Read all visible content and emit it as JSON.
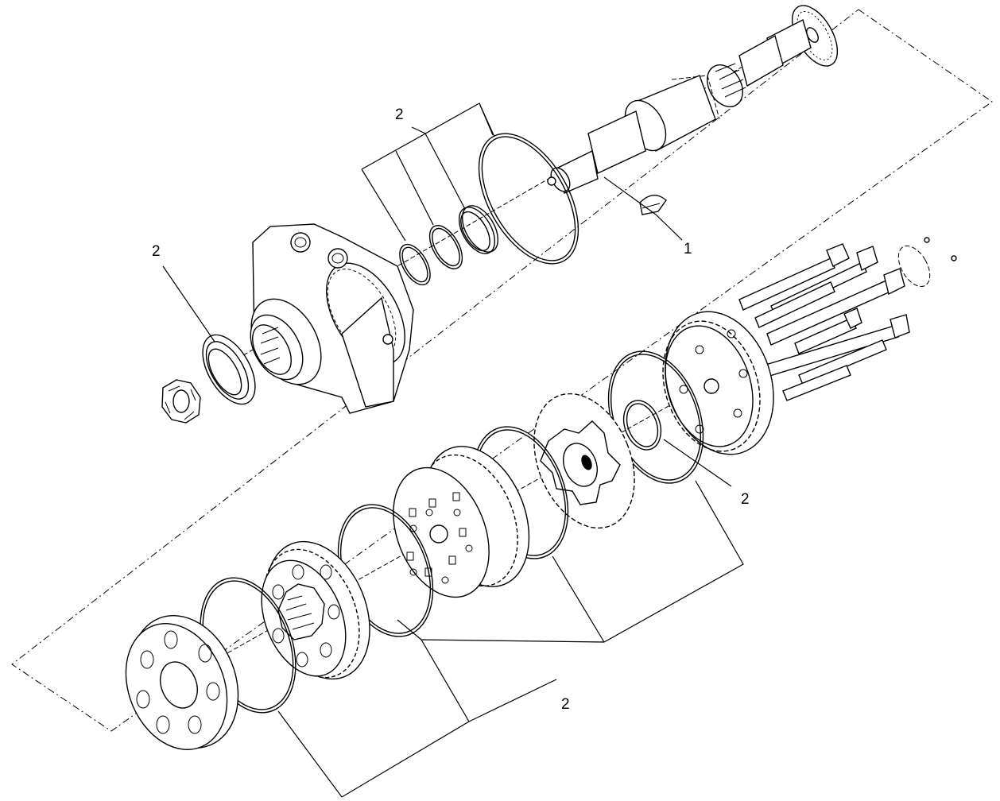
{
  "callouts": {
    "ref_1": "1",
    "ref_2_orings_top": "2",
    "ref_2_seal_left": "2",
    "ref_2_seal_right": "2",
    "ref_2_orings_bottom": "2"
  }
}
